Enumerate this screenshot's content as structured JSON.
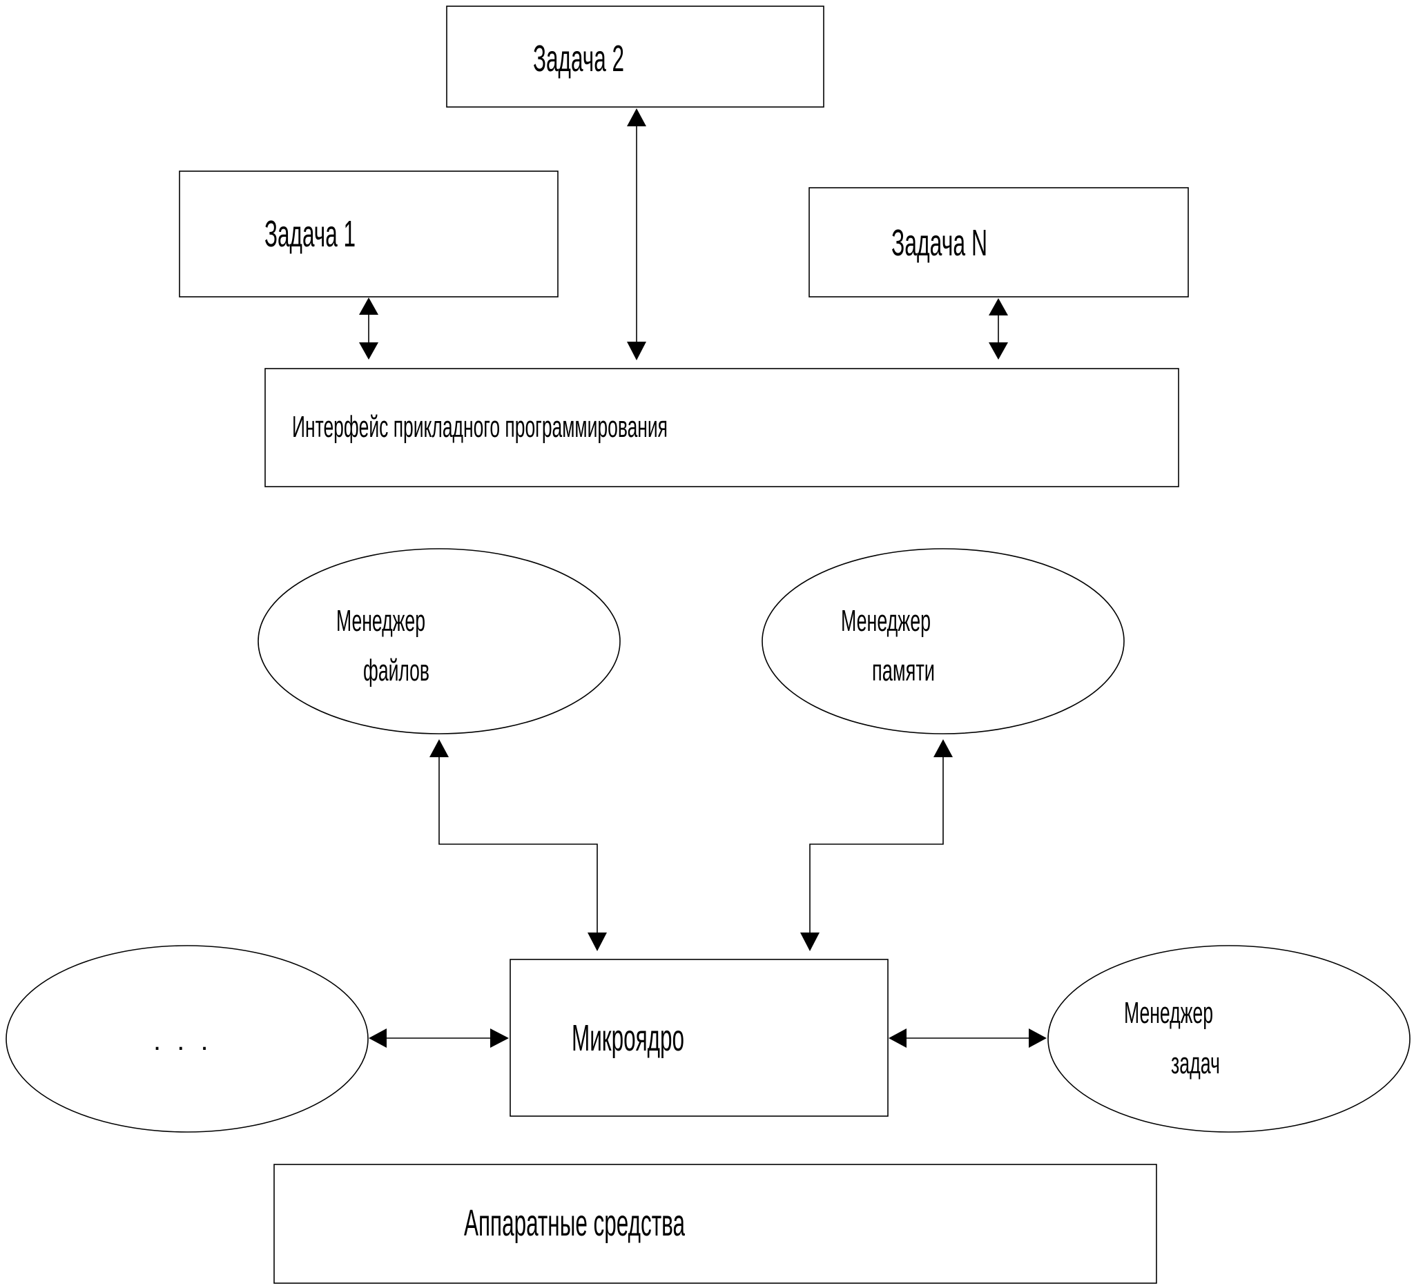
{
  "tasks": {
    "task1": "Задача 1",
    "task2": "Задача 2",
    "taskN": "Задача N"
  },
  "api": "Интерфейс прикладного программирования",
  "managers": {
    "files": [
      "Менеджер",
      "файлов"
    ],
    "memory": [
      "Менеджер",
      "памяти"
    ],
    "tasks": [
      "Менеджер",
      "задач"
    ],
    "other": ". . ."
  },
  "microkernel": "Микроядро",
  "hardware": "Аппаратные средства"
}
